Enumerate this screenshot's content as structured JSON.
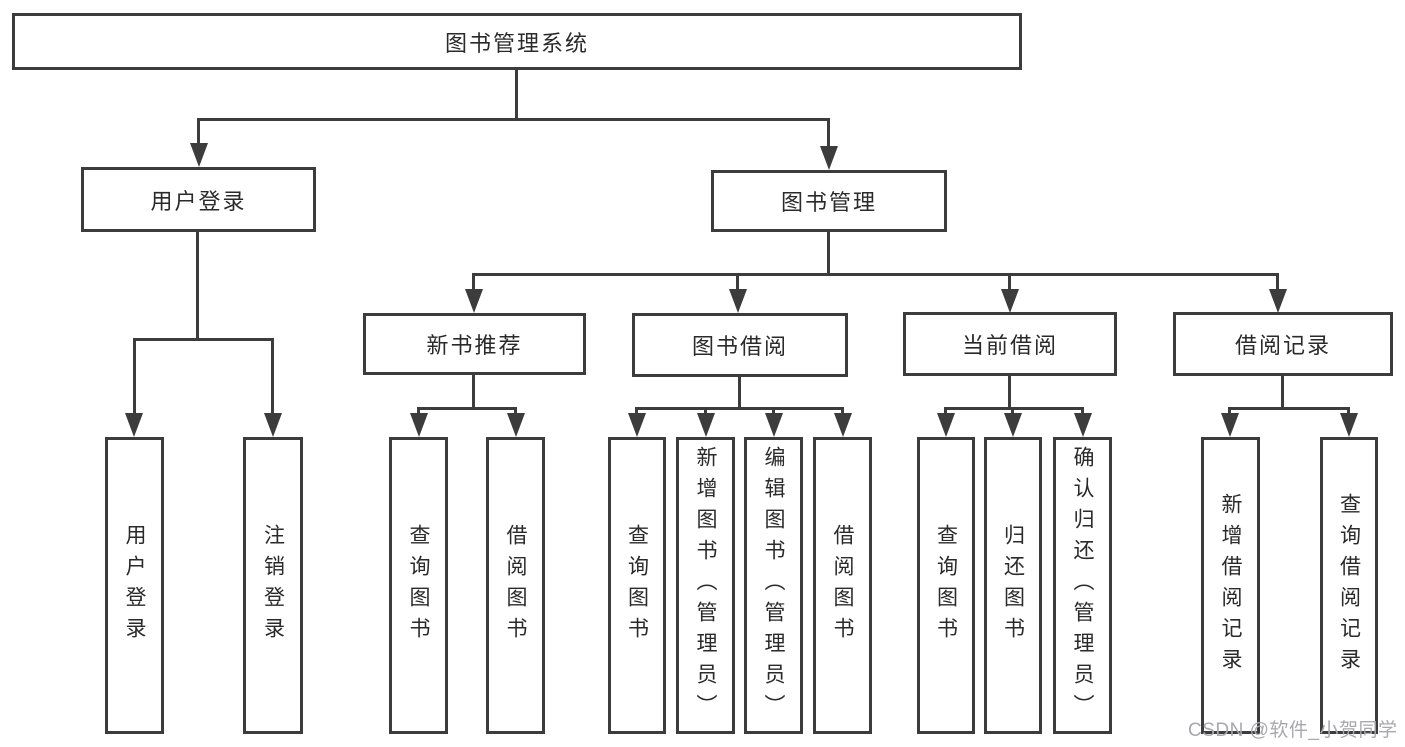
{
  "tree": {
    "root": {
      "label": "图书管理系统"
    },
    "branches": [
      {
        "label": "用户登录",
        "children": [
          {
            "label": "用户登录"
          },
          {
            "label": "注销登录"
          }
        ]
      },
      {
        "label": "图书管理",
        "children": [
          {
            "label": "新书推荐",
            "children": [
              {
                "label": "查询图书"
              },
              {
                "label": "借阅图书"
              }
            ]
          },
          {
            "label": "图书借阅",
            "children": [
              {
                "label": "查询图书"
              },
              {
                "label": "新增图书（管理员）"
              },
              {
                "label": "编辑图书（管理员）"
              },
              {
                "label": "借阅图书"
              }
            ]
          },
          {
            "label": "当前借阅",
            "children": [
              {
                "label": "查询图书"
              },
              {
                "label": "归还图书"
              },
              {
                "label": "确认归还（管理员）"
              }
            ]
          },
          {
            "label": "借阅记录",
            "children": [
              {
                "label": "新增借阅记录"
              },
              {
                "label": "查询借阅记录"
              }
            ]
          }
        ]
      }
    ]
  },
  "watermark": {
    "text": "CSDN @软件_小贺同学"
  },
  "colors": {
    "line": "#3c3c3c",
    "text": "#2a2a2a",
    "background": "#ffffff",
    "watermark": "#a8a8ad"
  }
}
